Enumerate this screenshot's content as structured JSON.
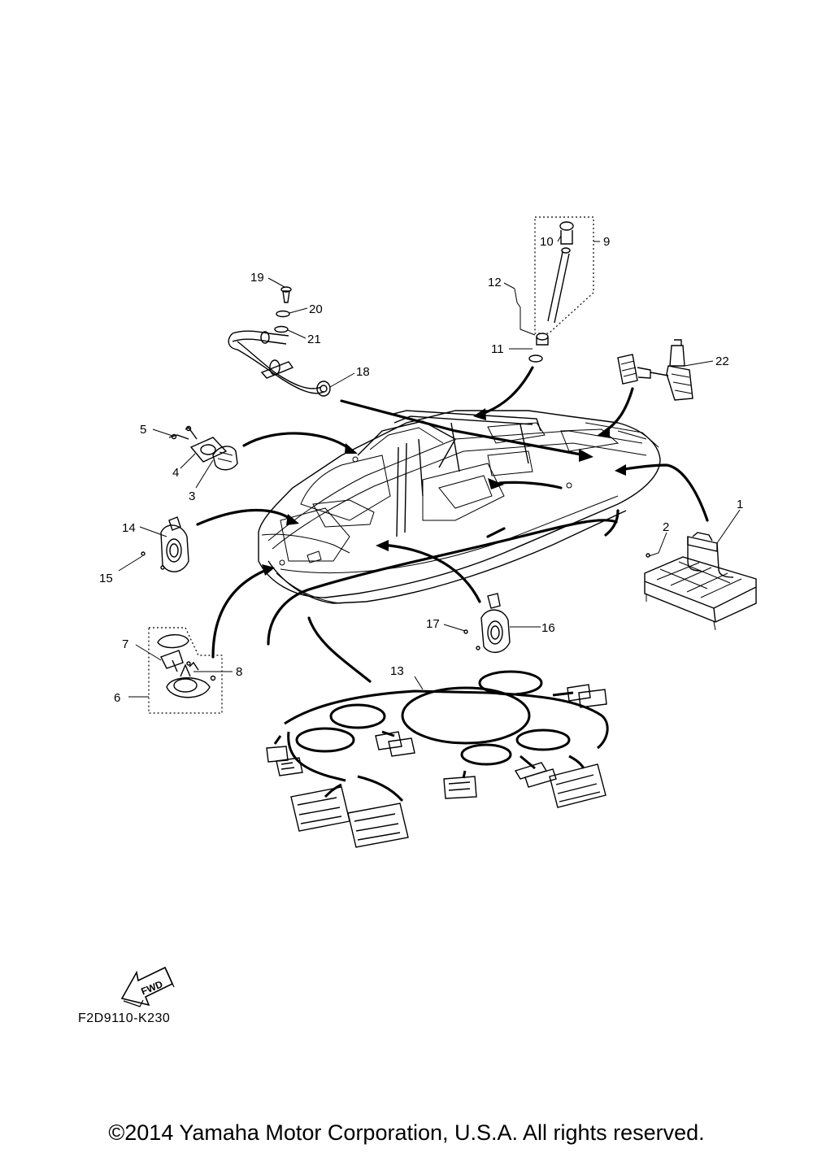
{
  "diagram": {
    "callouts": [
      {
        "id": "1",
        "text": "1"
      },
      {
        "id": "2",
        "text": "2"
      },
      {
        "id": "3",
        "text": "3"
      },
      {
        "id": "4",
        "text": "4"
      },
      {
        "id": "5",
        "text": "5"
      },
      {
        "id": "6",
        "text": "6"
      },
      {
        "id": "7",
        "text": "7"
      },
      {
        "id": "8",
        "text": "8"
      },
      {
        "id": "9",
        "text": "9"
      },
      {
        "id": "10",
        "text": "10"
      },
      {
        "id": "11",
        "text": "11"
      },
      {
        "id": "12",
        "text": "12"
      },
      {
        "id": "13",
        "text": "13"
      },
      {
        "id": "14",
        "text": "14"
      },
      {
        "id": "15",
        "text": "15"
      },
      {
        "id": "16",
        "text": "16"
      },
      {
        "id": "17",
        "text": "17"
      },
      {
        "id": "18",
        "text": "18"
      },
      {
        "id": "19",
        "text": "19"
      },
      {
        "id": "20",
        "text": "20"
      },
      {
        "id": "21",
        "text": "21"
      },
      {
        "id": "22",
        "text": "22"
      }
    ],
    "fwd_label": "FWD",
    "drawing_code": "F2D9110-K230"
  },
  "footer": {
    "copyright": "©2014 Yamaha Motor Corporation, U.S.A. All rights reserved."
  }
}
